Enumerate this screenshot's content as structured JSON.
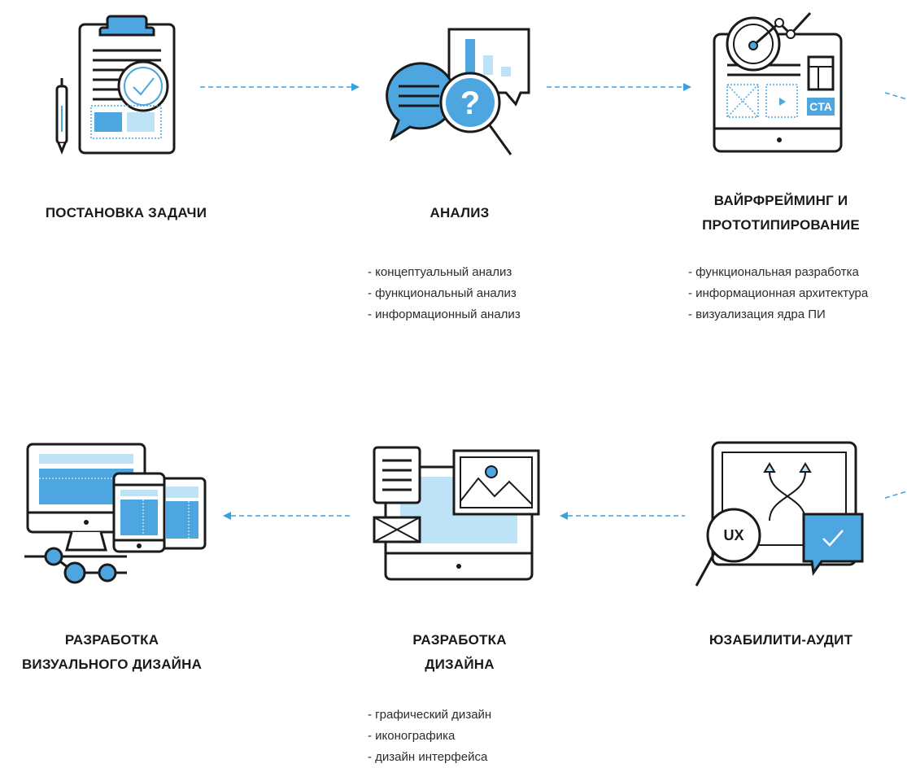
{
  "colors": {
    "accent": "#4da6e0",
    "light": "#bfe3f6",
    "stroke": "#1a1a1a",
    "arrow": "#3aa0dc"
  },
  "steps": [
    {
      "id": "task",
      "icon": "clipboard-check-icon",
      "title_lines": [
        "ПОСТАНОВКА ЗАДАЧИ"
      ],
      "bullets": []
    },
    {
      "id": "analysis",
      "icon": "chat-question-icon",
      "title_lines": [
        "АНАЛИЗ"
      ],
      "bullets": [
        "- концептуальный анализ",
        "- функциональный анализ",
        "- информационный анализ"
      ]
    },
    {
      "id": "wireframing",
      "icon": "wireframe-monitor-icon",
      "title_lines": [
        "ВАЙРФРЕЙМИНГ И",
        "ПРОТОТИПИРОВАНИЕ"
      ],
      "bullets": [
        "- функциональная разработка",
        "- информационная архитектура",
        "- визуализация ядра ПИ"
      ],
      "cta_label": "CTA"
    },
    {
      "id": "usability",
      "icon": "ux-audit-icon",
      "title_lines": [
        "ЮЗАБИЛИТИ-АУДИТ"
      ],
      "bullets": [],
      "ux_label": "UX"
    },
    {
      "id": "design",
      "icon": "design-layout-icon",
      "title_lines": [
        "РАЗРАБОТКА",
        "ДИЗАЙНА"
      ],
      "bullets": [
        "- графический дизайн",
        "- иконографика",
        "- дизайн интерфейса"
      ]
    },
    {
      "id": "visual",
      "icon": "responsive-devices-icon",
      "title_lines": [
        "РАЗРАБОТКА",
        "ВИЗУАЛЬНОГО ДИЗАЙНА"
      ],
      "bullets": []
    }
  ]
}
